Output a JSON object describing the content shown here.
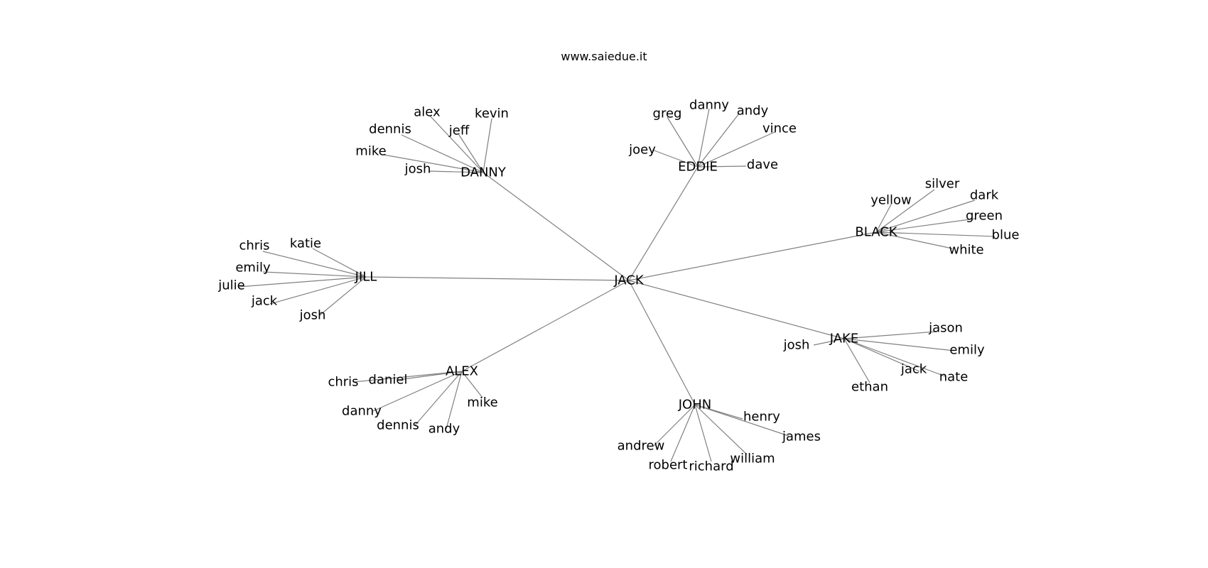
{
  "title": "www.saiedue.it",
  "graph": {
    "center": "JACK",
    "groups": [
      {
        "hub": "DANNY",
        "leaves": [
          "alex",
          "kevin",
          "jeff",
          "dennis",
          "mike",
          "josh"
        ]
      },
      {
        "hub": "EDDIE",
        "leaves": [
          "greg",
          "danny",
          "andy",
          "vince",
          "joey",
          "dave"
        ]
      },
      {
        "hub": "BLACK",
        "leaves": [
          "yellow",
          "silver",
          "dark",
          "green",
          "blue",
          "white"
        ]
      },
      {
        "hub": "JILL",
        "leaves": [
          "katie",
          "chris",
          "emily",
          "julie",
          "jack",
          "josh"
        ]
      },
      {
        "hub": "JAKE",
        "leaves": [
          "jason",
          "josh",
          "emily",
          "jack",
          "nate",
          "ethan"
        ]
      },
      {
        "hub": "ALEX",
        "leaves": [
          "daniel",
          "chris",
          "danny",
          "dennis",
          "andy",
          "mike"
        ]
      },
      {
        "hub": "JOHN",
        "leaves": [
          "henry",
          "james",
          "andrew",
          "robert",
          "richard",
          "william"
        ]
      }
    ]
  }
}
